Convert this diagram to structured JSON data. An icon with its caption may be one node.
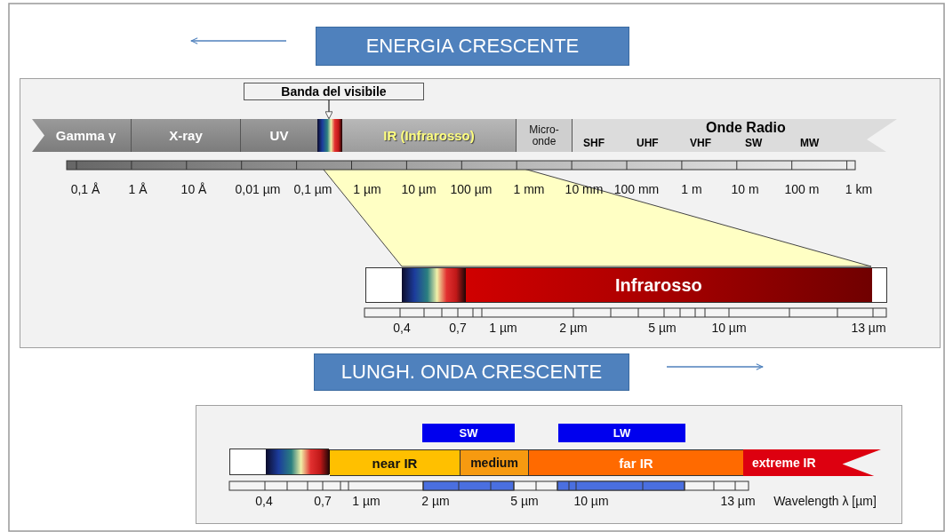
{
  "diagram": {
    "nodes": [
      {
        "text": [
          "ENERGIA CRESCENTE"
        ]
      },
      {
        "text": [],
        "shape": "box"
      },
      {
        "text": [
          "Banda del visibile"
        ],
        "in": 1
      },
      {
        "text": [
          "Gamma γ"
        ],
        "in": 1
      },
      {
        "text": [
          "X-ray"
        ],
        "in": 1
      },
      {
        "text": [
          "UV"
        ],
        "in": 1
      },
      {
        "text": [],
        "shape": "bar",
        "in": 1
      },
      {
        "text": [
          "IR (Infrarosso)"
        ],
        "in": 1
      },
      {
        "text": [
          "Micro- onde"
        ],
        "in": 1
      },
      {
        "text": [
          "Onde Radio",
          "SHF",
          "UHF",
          "VHF",
          "SW",
          "MW"
        ],
        "in": 1
      },
      {
        "text": [
          "Infrarosso"
        ],
        "in": 1
      },
      {
        "text": [
          "LUNGH. ONDA CRESCENTE"
        ]
      },
      {
        "text": [],
        "shape": "box"
      },
      {
        "text": [
          "SW"
        ],
        "in": 12
      },
      {
        "text": [
          "LW"
        ],
        "in": 12
      },
      {
        "text": [
          "near IR"
        ],
        "in": 12
      },
      {
        "text": [
          "medium"
        ],
        "in": 12
      },
      {
        "text": [
          "far IR"
        ],
        "in": 12
      },
      {
        "text": [
          "extreme IR"
        ],
        "in": 12
      }
    ],
    "edges": [
      {
        "from": 2,
        "to": 6,
        "arrow": "to"
      }
    ],
    "labels": [
      "0,1 Å",
      "1 Å",
      "10 Å",
      "0,01 µm",
      "0,1 µm",
      "1 µm",
      "10 µm",
      "100 µm",
      "1 mm",
      "10 mm",
      "100 mm",
      "1 m",
      "10 m",
      "100 m",
      "1 km",
      "0,4",
      "0,7",
      "1 µm",
      "2 µm",
      "5 µm",
      "10 µm",
      "13 µm",
      "0,4",
      "0,7",
      "1 µm",
      "2 µm",
      "5 µm",
      "10 µm",
      "13 µm",
      "Wavelength λ [µm]"
    ]
  }
}
